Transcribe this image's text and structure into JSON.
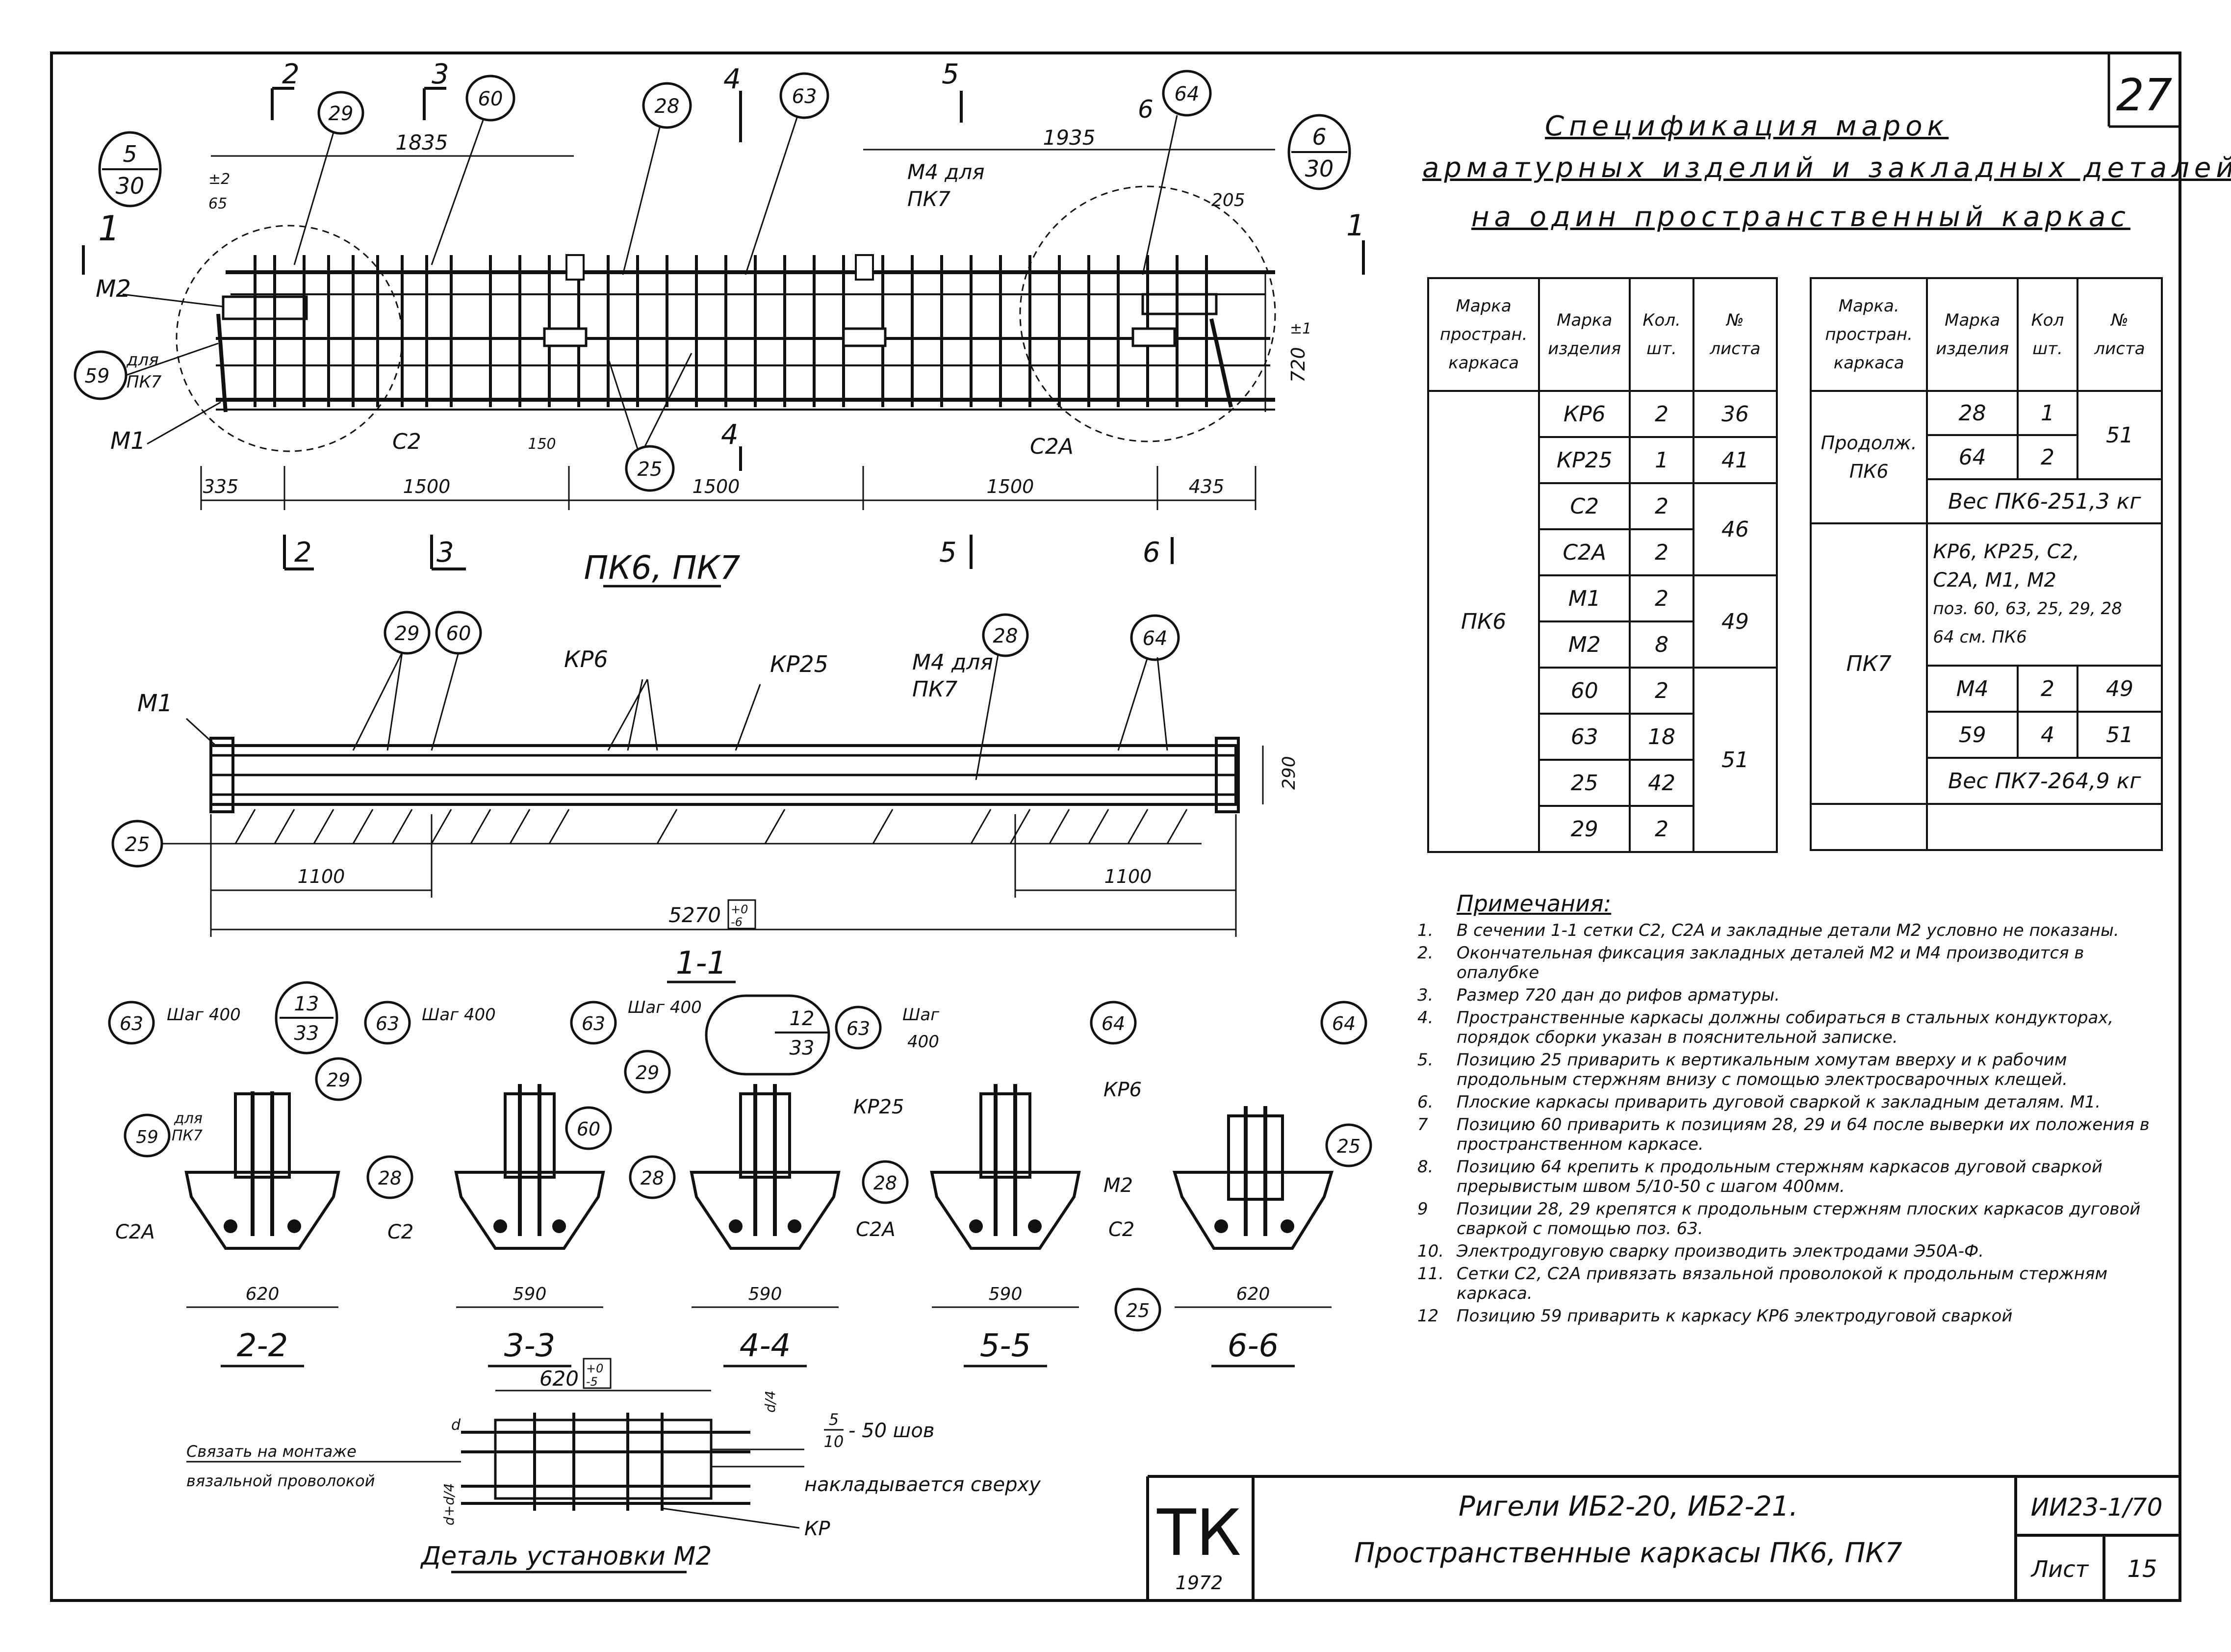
{
  "sheet": {
    "page_number": "27",
    "drawing_code": "ИИ23-1/70",
    "sheet_label": "Лист",
    "sheet_number": "15",
    "stamp_letters": "ТК",
    "stamp_year": "1972",
    "title_line1": "Ригели ИБ2-20, ИБ2-21.",
    "title_line2": "Пространственные каркасы ПК6, ПК7"
  },
  "elevation": {
    "title": "ПК6, ПК7",
    "dims": {
      "d1835": "1835",
      "d1935": "1935",
      "d205": "205",
      "d720": "720",
      "d335": "335",
      "d1500a": "1500",
      "d1500b": "1500",
      "d1500c": "1500",
      "d435": "435",
      "d150": "150"
    },
    "labels": {
      "m2": "М2",
      "m1": "М1",
      "c2": "С2",
      "c2a": "С2А",
      "m4_1": "М4 для",
      "m4_2": "ПК7",
      "for59_1": "для",
      "for59_2": "ПК7",
      "tol_pm2": "±2",
      "tol_pm1": "±1",
      "d65": "65"
    },
    "cuts": {
      "s1": "1",
      "s2": "2",
      "s3": "3",
      "s4": "4",
      "s5": "5",
      "s6": "6"
    },
    "bubbles": {
      "b29": "29",
      "b60": "60",
      "b28": "28",
      "b63": "63",
      "b64": "64",
      "b25": "25",
      "b59": "59"
    },
    "callouts": {
      "c5_top": "5",
      "c5_bot": "30",
      "c6_top": "6",
      "c6_bot": "30"
    }
  },
  "plan": {
    "title": "1-1",
    "labels": {
      "m1": "М1",
      "kr6": "КР6",
      "kr25": "КР25",
      "m4_1": "М4 для",
      "m4_2": "ПК7"
    },
    "bubbles": {
      "b29": "29",
      "b60": "60",
      "b28": "28",
      "b64": "64",
      "b25": "25"
    },
    "dims": {
      "d1100a": "1100",
      "d1100b": "1100",
      "d5270": "5270",
      "tol_top": "+0",
      "tol_bot": "-6",
      "d290": "290"
    }
  },
  "sections": [
    {
      "title": "2-2",
      "width": "620",
      "callouts": [
        "63",
        "29",
        "59"
      ],
      "notes": [
        "Шаг 400",
        "для",
        "ПК7"
      ],
      "mark_labels": [
        "С2А",
        "С2"
      ],
      "ref_top": "13",
      "ref_bot": "33"
    },
    {
      "title": "3-3",
      "width": "590",
      "callouts": [
        "63",
        "29",
        "60",
        "28"
      ],
      "notes": [
        "Шаг 400"
      ]
    },
    {
      "title": "4-4",
      "width": "590",
      "callouts": [
        "63",
        "28"
      ],
      "notes": [
        "Шаг 400"
      ],
      "ref_top": "12",
      "ref_bot": "33"
    },
    {
      "title": "5-5",
      "width": "590",
      "callouts": [
        "63",
        "64",
        "28"
      ],
      "notes": [
        "Шаг",
        "400",
        "КР25",
        "КР6",
        "С2А",
        "С2"
      ]
    },
    {
      "title": "6-6",
      "width": "620",
      "callouts": [
        "64",
        "25",
        "25"
      ],
      "notes": [
        "М2"
      ]
    }
  ],
  "detail": {
    "title": "Деталь установки М2",
    "width": "620",
    "tol_top": "+0",
    "tol_bot": "-5",
    "weld_text": "- 50 шов",
    "weld_num": "5",
    "weld_den": "10",
    "overlay_text": "накладывается сверху",
    "tie_text_1": "Связать на монтаже",
    "tie_text_2": "вязальной проволокой",
    "kr": "КР",
    "dim_d": "d",
    "dim_d4": "d/4",
    "dim_dd4": "d+d/4"
  },
  "spec": {
    "title_lines": [
      "Спецификация марок",
      "арматурных изделий и закладных деталей",
      "на один пространственный каркас"
    ],
    "left_table": {
      "headers": [
        "Марка простран. каркаса",
        "Марка изделия",
        "Кол. шт.",
        "№ листа"
      ],
      "frame": "ПК6",
      "rows": [
        {
          "item": "КР6",
          "qty": "2",
          "sheet": "36"
        },
        {
          "item": "КР25",
          "qty": "1",
          "sheet": "41"
        },
        {
          "item": "С2",
          "qty": "2",
          "sheet": "46"
        },
        {
          "item": "С2А",
          "qty": "2",
          "sheet": ""
        },
        {
          "item": "М1",
          "qty": "2",
          "sheet": "49"
        },
        {
          "item": "М2",
          "qty": "8",
          "sheet": ""
        },
        {
          "item": "60",
          "qty": "2",
          "sheet": "51"
        },
        {
          "item": "63",
          "qty": "18",
          "sheet": ""
        },
        {
          "item": "25",
          "qty": "42",
          "sheet": ""
        },
        {
          "item": "29",
          "qty": "2",
          "sheet": ""
        }
      ]
    },
    "right_table": {
      "headers": [
        "Марка. простран. каркаса",
        "Марка изделия",
        "Кол шт.",
        "№ листа"
      ],
      "cont_label": "Продолж.",
      "cont_frame": "ПК6",
      "cont_rows": [
        {
          "item": "28",
          "qty": "1",
          "sheet": "51"
        },
        {
          "item": "64",
          "qty": "2",
          "sheet": ""
        }
      ],
      "pk6_weight": "Вес ПК6-251,3 кг",
      "pk7_frame": "ПК7",
      "pk7_ref_1": "КР6, КР25, С2,",
      "pk7_ref_2": "С2А, М1, М2",
      "pk7_ref_3": "поз. 60, 63, 25, 29, 28",
      "pk7_ref_4": "64 см. ПК6",
      "pk7_rows": [
        {
          "item": "М4",
          "qty": "2",
          "sheet": "49"
        },
        {
          "item": "59",
          "qty": "4",
          "sheet": "51"
        }
      ],
      "pk7_weight": "Вес ПК7-264,9 кг"
    }
  },
  "notes": {
    "heading": "Примечания:",
    "items": [
      {
        "n": "1.",
        "text": "В сечении 1-1 сетки С2, С2А и закладные детали М2 условно не показаны."
      },
      {
        "n": "2.",
        "text": "Окончательная фиксация закладных деталей М2 и М4 производится в опалубке"
      },
      {
        "n": "3.",
        "text": "Размер 720 дан до рифов арматуры."
      },
      {
        "n": "4.",
        "text": "Пространственные каркасы должны собираться в стальных кондукторах, порядок сборки указан в пояснительной записке."
      },
      {
        "n": "5.",
        "text": "Позицию 25 приварить к вертикальным хомутам вверху и к рабочим продольным стержням внизу с помощью электросварочных клещей."
      },
      {
        "n": "6.",
        "text": "Плоские каркасы приварить дуговой сваркой к закладным деталям. М1."
      },
      {
        "n": "7",
        "text": "Позицию 60 приварить к позициям 28, 29 и 64 после выверки их положения в пространственном каркасе."
      },
      {
        "n": "8.",
        "text": "Позицию 64 крепить к продольным стержням каркасов дуговой сваркой прерывистым швом 5/10-50 с шагом 400мм."
      },
      {
        "n": "9",
        "text": "Позиции 28, 29 крепятся к продольным стержням плоских каркасов дуговой сваркой с помощью поз. 63."
      },
      {
        "n": "10.",
        "text": "Электродуговую сварку производить электродами Э50А-Ф."
      },
      {
        "n": "11.",
        "text": "Сетки С2, С2А привязать вязальной проволокой к продольным стержням каркаса."
      },
      {
        "n": "12",
        "text": "Позицию 59 приварить к каркасу КР6 электродуговой сваркой"
      }
    ]
  }
}
